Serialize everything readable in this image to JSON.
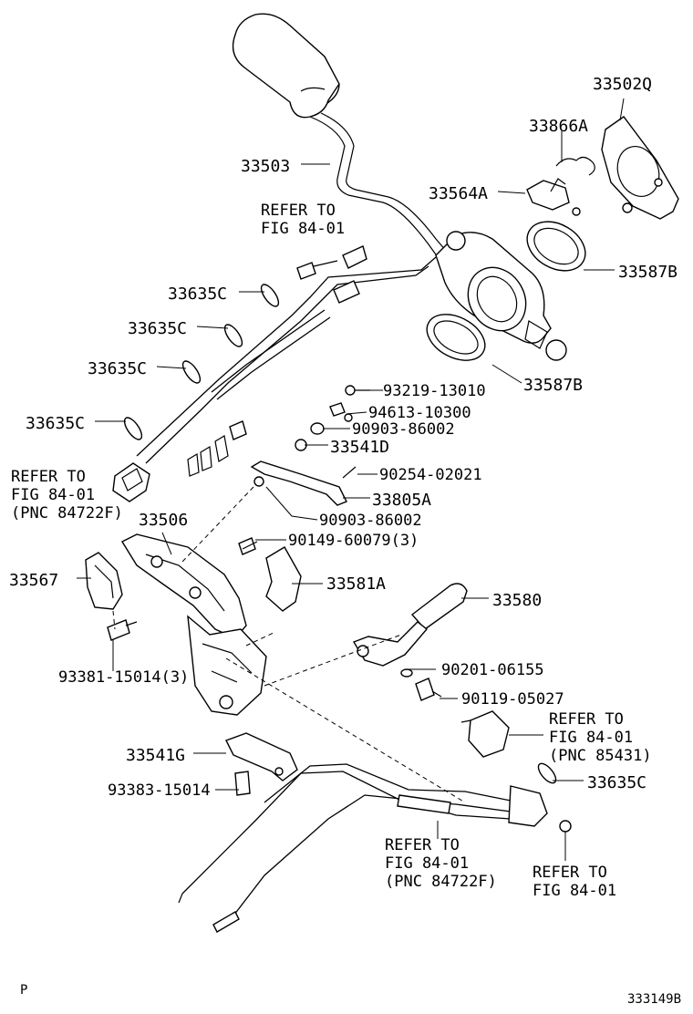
{
  "figure": {
    "code": "333149B",
    "page_mark": "P"
  },
  "labels": [
    {
      "id": "33502Q",
      "text": "33502Q"
    },
    {
      "id": "33866A",
      "text": "33866A"
    },
    {
      "id": "33503",
      "text": "33503"
    },
    {
      "id": "33564A",
      "text": "33564A"
    },
    {
      "id": "ref1",
      "text": "REFER TO"
    },
    {
      "id": "ref1b",
      "text": "FIG 84-01"
    },
    {
      "id": "33587B-1",
      "text": "33587B"
    },
    {
      "id": "33635C-1",
      "text": "33635C"
    },
    {
      "id": "33635C-2",
      "text": "33635C"
    },
    {
      "id": "33635C-3",
      "text": "33635C"
    },
    {
      "id": "33587B-2",
      "text": "33587B"
    },
    {
      "id": "93219-13010",
      "text": "93219-13010"
    },
    {
      "id": "94613-10300",
      "text": "94613-10300"
    },
    {
      "id": "90903-86002a",
      "text": "90903-86002"
    },
    {
      "id": "33635C-4",
      "text": "33635C"
    },
    {
      "id": "33541D",
      "text": "33541D"
    },
    {
      "id": "ref2",
      "text": "REFER TO"
    },
    {
      "id": "ref2b",
      "text": "FIG 84-01"
    },
    {
      "id": "ref2c",
      "text": "(PNC 84722F)"
    },
    {
      "id": "90254-02021",
      "text": "90254-02021"
    },
    {
      "id": "33805A",
      "text": "33805A"
    },
    {
      "id": "90903-86002b",
      "text": "90903-86002"
    },
    {
      "id": "33506",
      "text": "33506"
    },
    {
      "id": "90149-60079",
      "text": "90149-60079(3)"
    },
    {
      "id": "33567",
      "text": "33567"
    },
    {
      "id": "33581A",
      "text": "33581A"
    },
    {
      "id": "33580",
      "text": "33580"
    },
    {
      "id": "93381-15014",
      "text": "93381-15014(3)"
    },
    {
      "id": "90201-06155",
      "text": "90201-06155"
    },
    {
      "id": "90119-05027",
      "text": "90119-05027"
    },
    {
      "id": "ref3",
      "text": "REFER TO"
    },
    {
      "id": "ref3b",
      "text": "FIG 84-01"
    },
    {
      "id": "ref3c",
      "text": "(PNC 85431)"
    },
    {
      "id": "33541G",
      "text": "33541G"
    },
    {
      "id": "33635C-5",
      "text": "33635C"
    },
    {
      "id": "93383-15014",
      "text": "93383-15014"
    },
    {
      "id": "ref4",
      "text": "REFER TO"
    },
    {
      "id": "ref4b",
      "text": "FIG 84-01"
    },
    {
      "id": "ref4c",
      "text": "(PNC 84722F)"
    },
    {
      "id": "ref5",
      "text": "REFER TO"
    },
    {
      "id": "ref5b",
      "text": "FIG 84-01"
    }
  ]
}
